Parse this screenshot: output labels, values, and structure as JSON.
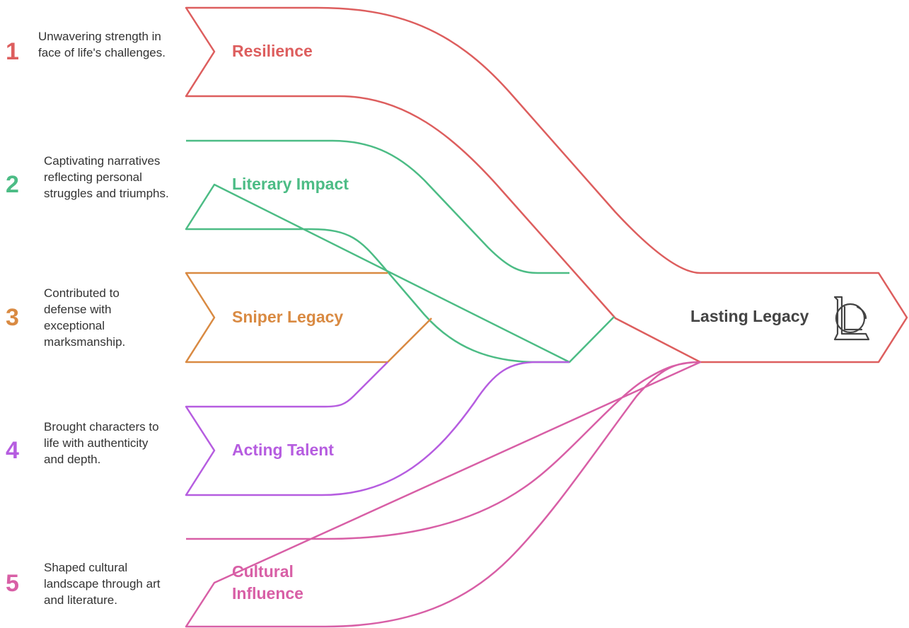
{
  "items": [
    {
      "number": "1",
      "title": "Resilience",
      "description": "Unwavering strength in face of life's challenges.",
      "color": "#dd5e5e"
    },
    {
      "number": "2",
      "title": "Literary Impact",
      "description": "Captivating narratives reflecting personal struggles and triumphs.",
      "color": "#4cbc85"
    },
    {
      "number": "3",
      "title": "Sniper Legacy",
      "description": "Contributed to defense with exceptional marksmanship.",
      "color": "#d98a42"
    },
    {
      "number": "4",
      "title": "Acting Talent",
      "description": "Brought characters to life with authenticity and depth.",
      "color": "#b65de0"
    },
    {
      "number": "5",
      "title": "Cultural Influence",
      "description": "Shaped cultural landscape through art and literature.",
      "color": "#d85fa6"
    }
  ],
  "outcome": {
    "title": "Lasting Legacy",
    "icon": "lol-logo-icon",
    "color": "#dd5e5e"
  }
}
